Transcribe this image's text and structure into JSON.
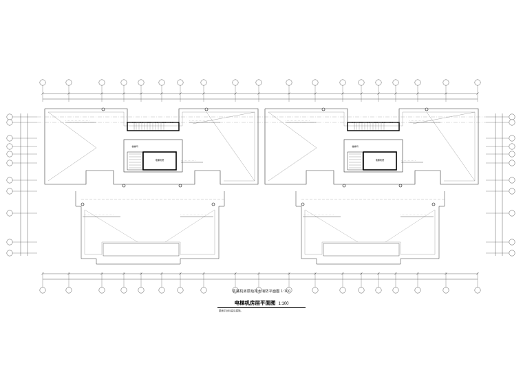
{
  "drawing": {
    "subtitle": "机械机房层给排水消防平面图  1:100",
    "title": "电梯机房层平面图",
    "scale": "1:100",
    "note": "屋面平台标高见建施。",
    "room_labels": [
      "电梯机房",
      "楼梯间"
    ],
    "colors": {
      "line": "#333333",
      "wall": "#000000",
      "axis": "#555555"
    }
  }
}
